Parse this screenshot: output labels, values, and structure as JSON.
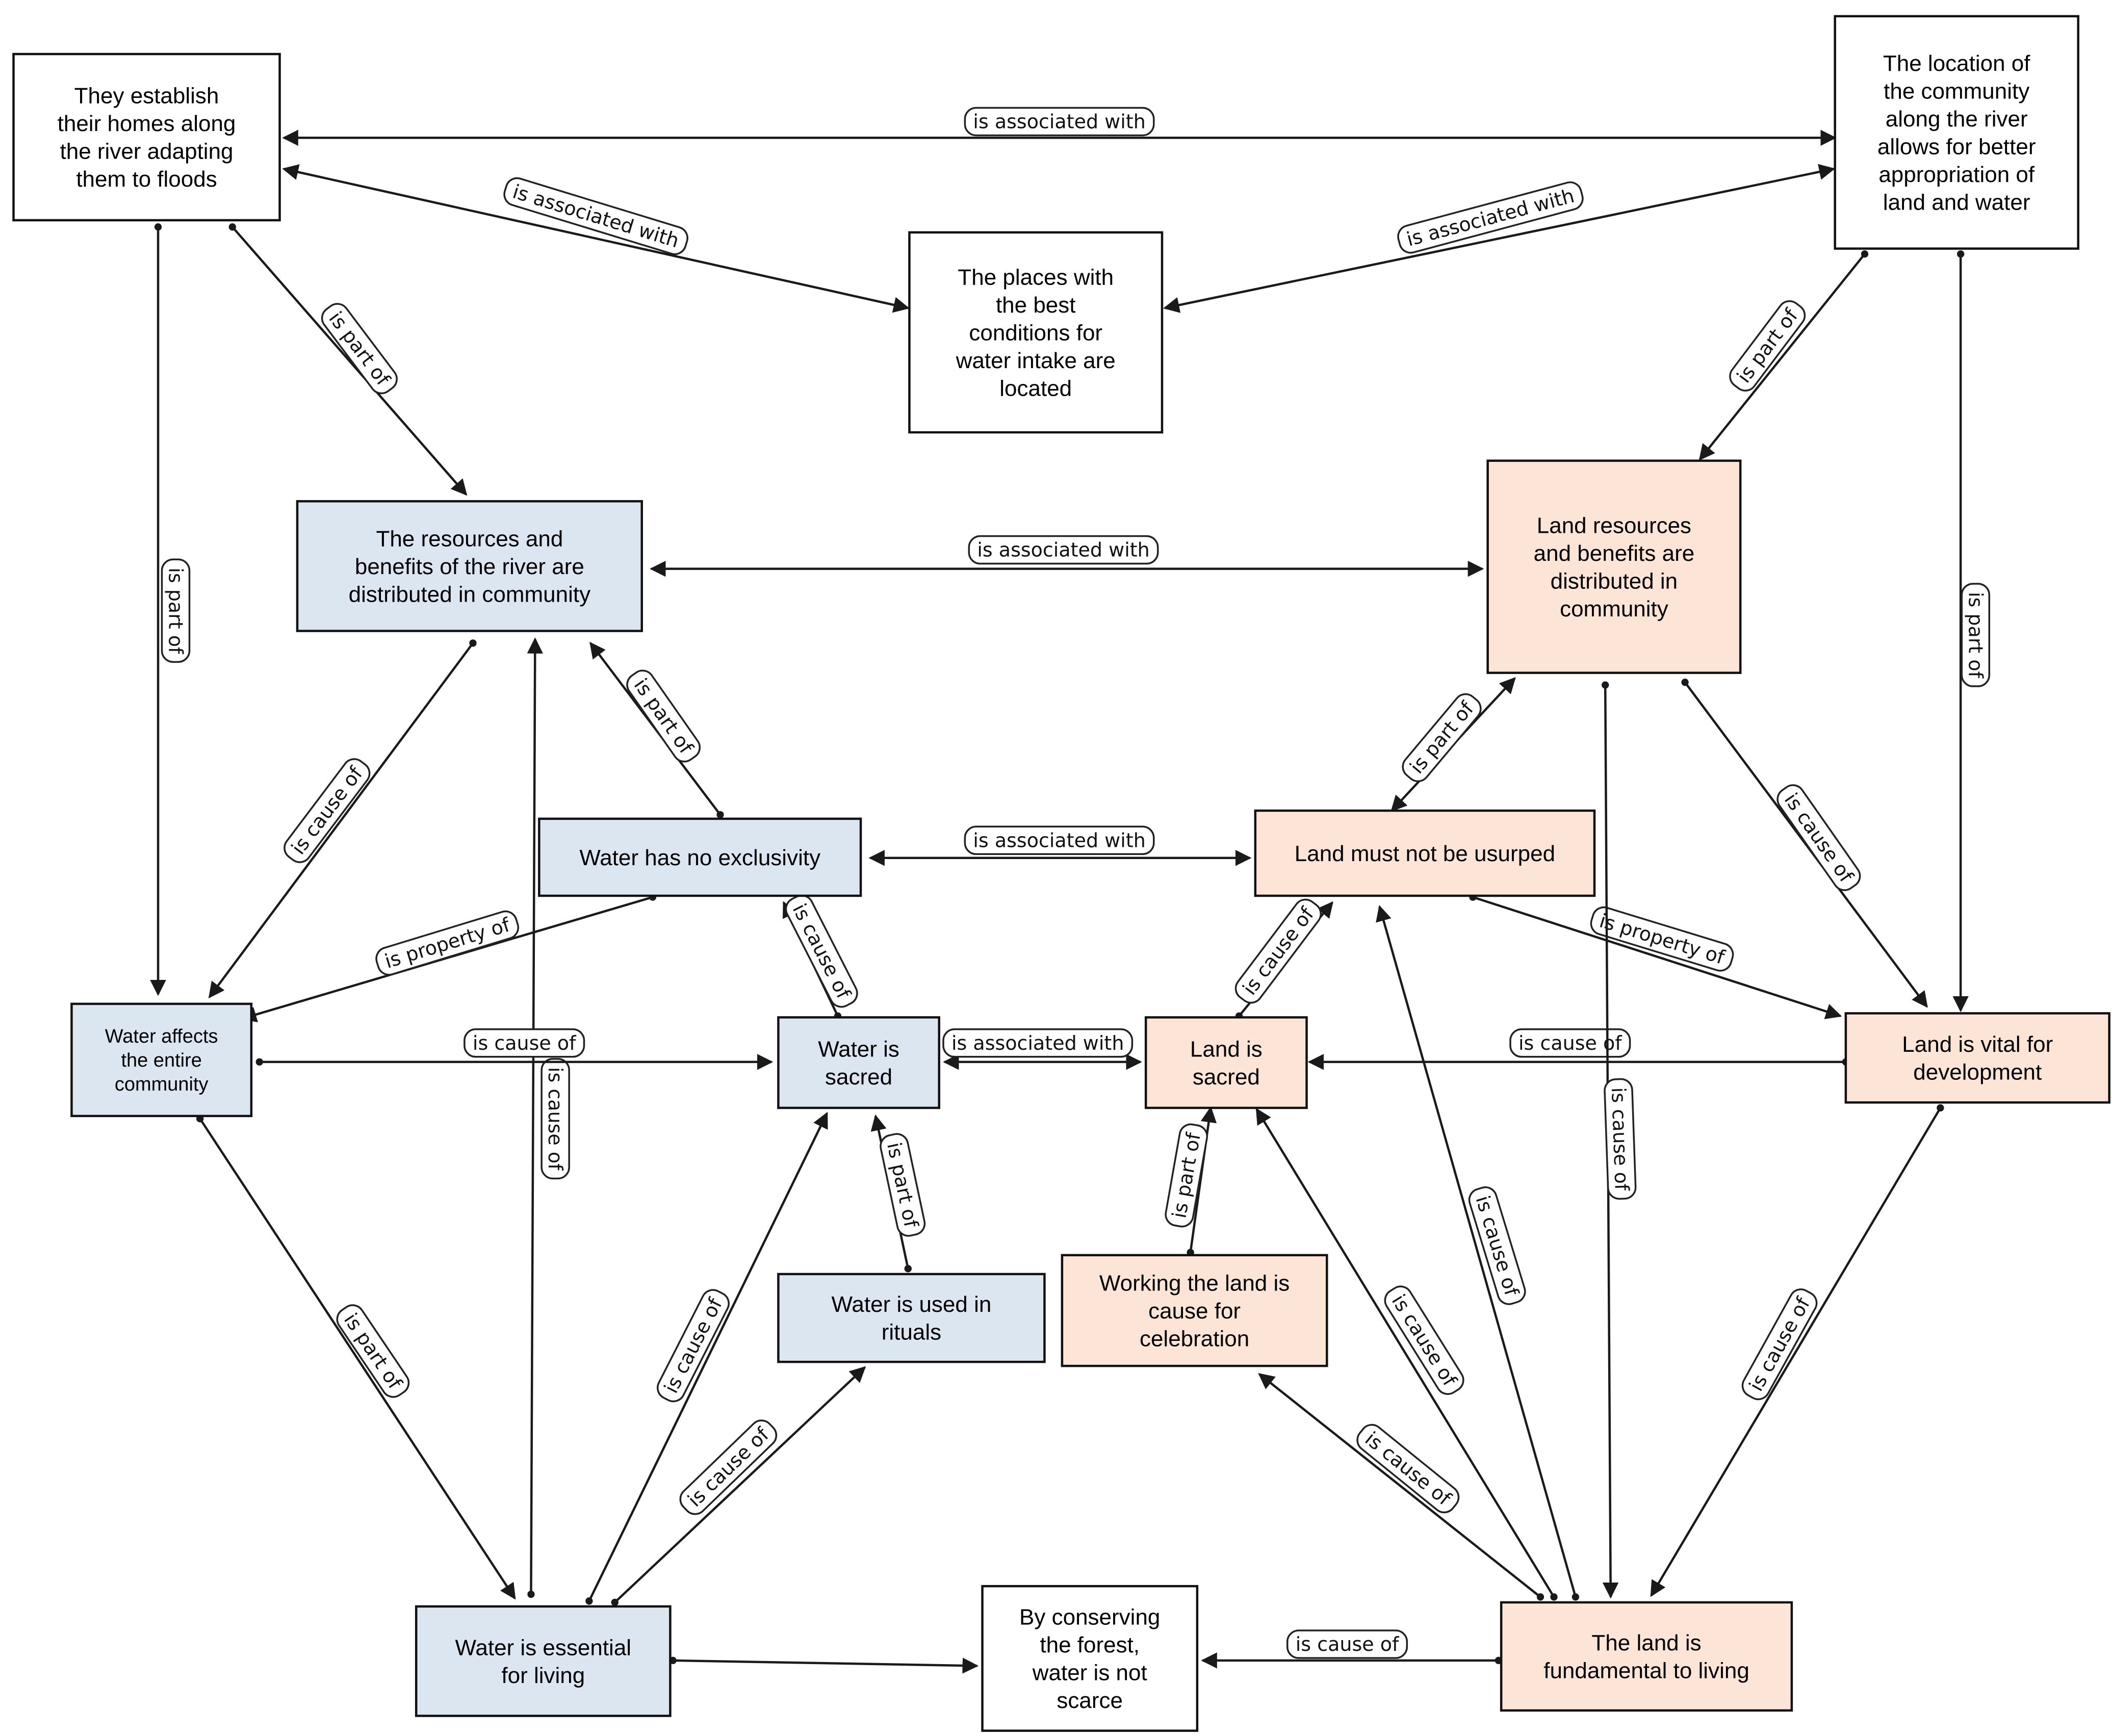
{
  "colors": {
    "white_node": "#ffffff",
    "blue_node": "#dce6f1",
    "peach_node": "#fce4d6",
    "line": "#1a1a1a"
  },
  "nodes": [
    {
      "id": "homes",
      "fill": "white",
      "lines": [
        "They establish",
        "their homes along",
        "the river adapting",
        "them to floods"
      ]
    },
    {
      "id": "location",
      "fill": "white",
      "lines": [
        "The location of",
        "the community",
        "along the river",
        "allows for better",
        "appropriation of",
        "land and water"
      ]
    },
    {
      "id": "places",
      "fill": "white",
      "lines": [
        "The places with",
        "the best",
        "conditions for",
        "water intake are",
        "located"
      ]
    },
    {
      "id": "river_res",
      "fill": "blue",
      "lines": [
        "The resources and",
        "benefits of the river are",
        "distributed in community"
      ]
    },
    {
      "id": "land_res",
      "fill": "peach",
      "lines": [
        "Land resources",
        "and benefits are",
        "distributed in",
        "community"
      ]
    },
    {
      "id": "water_excl",
      "fill": "blue",
      "lines": [
        "Water has no exclusivity"
      ]
    },
    {
      "id": "land_usurp",
      "fill": "peach",
      "lines": [
        "Land must not be usurped"
      ]
    },
    {
      "id": "water_affects",
      "fill": "blue",
      "small": true,
      "lines": [
        "Water affects",
        "the entire",
        "community"
      ]
    },
    {
      "id": "water_sacred",
      "fill": "blue",
      "lines": [
        "Water is",
        "sacred"
      ]
    },
    {
      "id": "land_sacred",
      "fill": "peach",
      "lines": [
        "Land is",
        "sacred"
      ]
    },
    {
      "id": "land_vital",
      "fill": "peach",
      "lines": [
        "Land is vital for",
        "development"
      ]
    },
    {
      "id": "water_rituals",
      "fill": "blue",
      "lines": [
        "Water is used in",
        "rituals"
      ]
    },
    {
      "id": "working_land",
      "fill": "peach",
      "lines": [
        "Working the land is",
        "cause for",
        "celebration"
      ]
    },
    {
      "id": "water_essential",
      "fill": "blue",
      "lines": [
        "Water is essential",
        "for living"
      ]
    },
    {
      "id": "forest",
      "fill": "white",
      "lines": [
        "By conserving",
        "the forest,",
        "water is not",
        "scarce"
      ]
    },
    {
      "id": "land_fund",
      "fill": "peach",
      "lines": [
        "The land is",
        "fundamental to living"
      ]
    }
  ],
  "edges": [
    {
      "label": "is associated with"
    },
    {
      "label": "is associated with"
    },
    {
      "label": "is associated with"
    },
    {
      "label": "is part of"
    },
    {
      "label": "is part of"
    },
    {
      "label": "is part of"
    },
    {
      "label": "is part of"
    },
    {
      "label": "is associated with"
    },
    {
      "label": "is cause of"
    },
    {
      "label": "is part of"
    },
    {
      "label": "is cause of"
    },
    {
      "label": "is part of"
    },
    {
      "label": "is associated with"
    },
    {
      "label": "is property of"
    },
    {
      "label": "is cause of"
    },
    {
      "label": "is property of"
    },
    {
      "label": "is cause of"
    },
    {
      "label": "is associated with"
    },
    {
      "label": "is cause of"
    },
    {
      "label": "is cause of"
    },
    {
      "label": "is part of"
    },
    {
      "label": "is part of"
    },
    {
      "label": "is cause of"
    },
    {
      "label": "is cause of"
    },
    {
      "label": "is cause of"
    },
    {
      "label": "is part of"
    },
    {
      "label": "is cause of"
    },
    {
      "label": "is cause of"
    },
    {
      "label": "is cause of"
    },
    {
      "label": "is cause of"
    },
    {
      "label": "is cause of"
    },
    {
      "label": "is cause of"
    }
  ]
}
